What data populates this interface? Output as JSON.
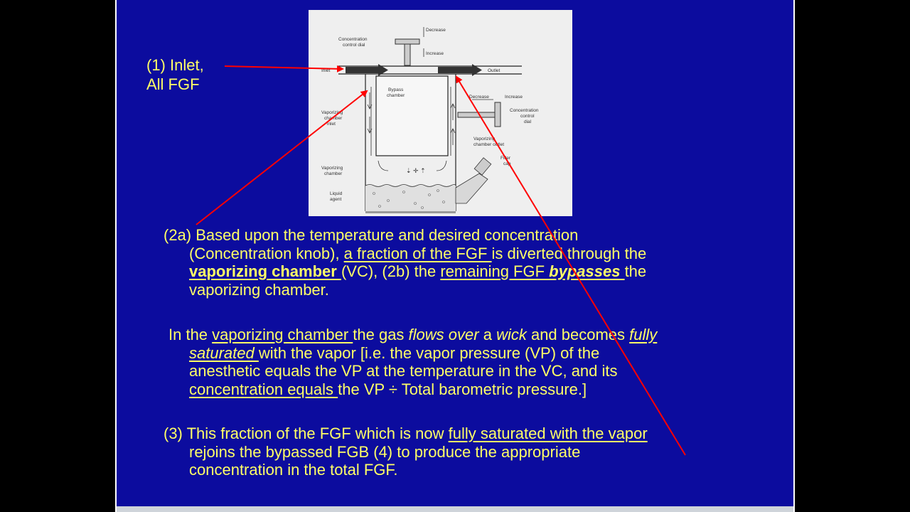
{
  "label_inlet": {
    "line1": "(1) Inlet,",
    "line2": "All FGF"
  },
  "diagram": {
    "labels": {
      "decrease": "Decrease",
      "increase": "Increase",
      "concentration_control_dial": [
        "Concentration",
        "control dial"
      ],
      "inlet": "Inlet",
      "outlet": "Outlet",
      "bypass_chamber": [
        "Bypass",
        "chamber"
      ],
      "decrease_right": "Decrease",
      "increase_right": "Increase",
      "concentration_control_dial_right": [
        "Concentration",
        "control",
        "dial"
      ],
      "vaporizing_chamber_inlet": [
        "Vaporizing",
        "chamber",
        "inlet"
      ],
      "vaporizing_chamber_outlet": [
        "Vaporizing",
        "chamber outlet"
      ],
      "filler_cap": [
        "Filler",
        "cap"
      ],
      "vaporizing_chamber": [
        "Vaporizing",
        "chamber"
      ],
      "liquid_agent": [
        "Liquid",
        "agent"
      ]
    }
  },
  "para2": {
    "l1": "(2a) Based upon the temperature and desired concentration",
    "l2_a": "(Concentration knob), ",
    "l2_u": "a fraction of the FGF ",
    "l2_b": "is diverted through the",
    "l3_u1": "vaporizing chamber ",
    "l3_a": "(VC), (2b) the ",
    "l3_u2a": "remaining FGF ",
    "l3_u2b": "bypasses ",
    "l3_b": "the",
    "l4": "vaporizing chamber."
  },
  "para3": {
    "l1_a": "In the ",
    "l1_u": "vaporizing chamber ",
    "l1_b": "the gas ",
    "l1_i1": "flows over",
    "l1_c": " a ",
    "l1_i2": "wick",
    "l1_d": " and becomes ",
    "l1_ui": "fully",
    "l2_ui": "saturated ",
    "l2_a": "with the vapor [i.e. the vapor pressure (VP) of the",
    "l3": "anesthetic equals the VP at the temperature in the VC, and its",
    "l4_u": "concentration equals ",
    "l4_a": "the VP ÷ Total barometric pressure.]"
  },
  "para4": {
    "l1_a": "(3) This fraction of the FGF which is now  ",
    "l1_u": "fully saturated with the vapor",
    "l2": "rejoins the bypassed FGB (4) to produce the appropriate",
    "l3": "concentration in the total FGF."
  },
  "colors": {
    "slide_background": "#0c0c9e",
    "text": "#ffff66",
    "annotation_arrow": "#ff0000"
  }
}
